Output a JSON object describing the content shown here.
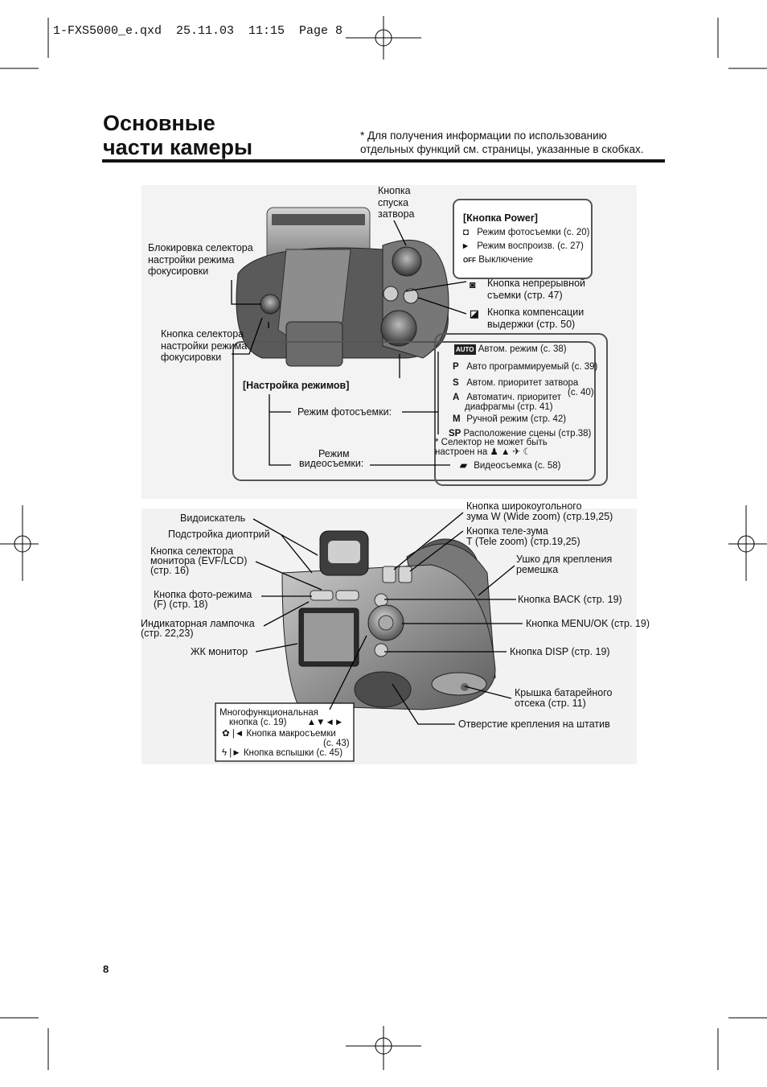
{
  "slug": "1-FXS5000_e.qxd  25.11.03  11:15  Page 8",
  "title_line1": "Основные",
  "title_line2": "части камеры",
  "note_line1": "* Для получения информации по использованию",
  "note_line2": "отдельных функций см. страницы, указанные в скобках.",
  "top": {
    "shutter": [
      "Кнопка",
      "спуска",
      "затвора"
    ],
    "power_title": "[Кнопка Power]",
    "power_items": [
      {
        "icon": "camera-icon",
        "label": "Режим фотосъемки (с. 20)"
      },
      {
        "icon": "playback-icon",
        "label": "Режим воспроизв. (с. 27)"
      },
      {
        "icon": "off-icon",
        "label": "Выключение",
        "sym": "OFF"
      }
    ],
    "focus_lock": [
      "Блокировка селектора",
      "настройки режима",
      "фокусировки"
    ],
    "focus_btn": [
      "Кнопка селектора",
      "настройки режима",
      "фокусировки"
    ],
    "continuous": [
      "Кнопка непрерывной",
      "съемки (стр. 47)"
    ],
    "exposure": [
      "Кнопка компенсации",
      "выдержки (стр. 50)"
    ],
    "modes_title": "[Настройка режимов]",
    "photo_mode": "Режим фотосъемки:",
    "video_mode": [
      "Режим",
      "видеосъемки:"
    ],
    "modes": [
      {
        "sym": "AUTO",
        "label": "Автом. режим (с. 38)"
      },
      {
        "sym": "P",
        "label": "Авто программируемый (с. 39)"
      },
      {
        "sym": "S",
        "label": "Автом. приоритет затвора",
        "extra": "(с. 40)"
      },
      {
        "sym": "A",
        "label": "Автоматич. приоритет",
        "label2": "диафрагмы (стр. 41)"
      },
      {
        "sym": "M",
        "label": "Ручной режим (стр. 42)"
      },
      {
        "sym": "SP",
        "label": "Расположение сцены (стр.38)"
      }
    ],
    "selector_note": [
      "* Селектор не может быть",
      "настроен на"
    ],
    "video_label": "Видеосъемка (с. 58)"
  },
  "bottom": {
    "viewfinder": "Видоискатель",
    "diopter": "Подстройка диоптрий",
    "monitor_sel": [
      "Кнопка селектора",
      "монитора (EVF/LCD)",
      "(стр. 16)"
    ],
    "photo_btn": [
      "Кнопка фото-режима",
      "(F) (стр. 18)"
    ],
    "lamp": [
      "Индикаторная лампочка",
      "(стр. 22,23)"
    ],
    "lcd": "ЖК монитор",
    "wide": [
      "Кнопка широкоугольного",
      "зума W (Wide zoom) (стр.19,25)"
    ],
    "tele": [
      "Кнопка теле-зума",
      "T (Tele zoom) (стр.19,25)"
    ],
    "strap": [
      "Ушко для крепления",
      "ремешка"
    ],
    "back": "Кнопка BACK (стр. 19)",
    "menu": "Кнопка MENU/OK (стр. 19)",
    "disp": "Кнопка DISP (стр. 19)",
    "battery": [
      "Крышка батарейного",
      "отсека (стр. 11)"
    ],
    "tripod": "Отверстие крепления на штатив",
    "multi": [
      "Многофункциональная",
      "кнопка (с. 19)"
    ],
    "macro": [
      "Кнопка макросъемки",
      "(с. 43)"
    ],
    "flash": "Кнопка вспышки (с. 45)"
  },
  "page_number": "8"
}
